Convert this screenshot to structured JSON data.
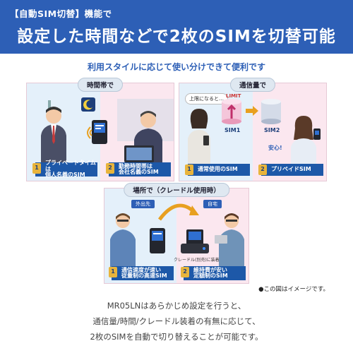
{
  "banner": {
    "subtitle": "【自動SIM切替】機能で",
    "title": "設定した時間などで2枚のSIMを切替可能"
  },
  "subheading": "利用スタイルに応じて使い分けできて便利です",
  "panels": {
    "time": {
      "tab": "時間帯で",
      "bar1": {
        "num": "1",
        "line1": "プライベートタイムは",
        "line2": "個人名義のSIM"
      },
      "bar2": {
        "num": "2",
        "line1": "勤務時間帯は",
        "line2": "会社名義のSIM"
      }
    },
    "comm": {
      "tab": "通信量で",
      "speech": "上限になると…",
      "limit": "LIMIT",
      "sim1": "SIM1",
      "sim2": "SIM2",
      "relief": "安心!",
      "bar1": {
        "num": "1",
        "line1": "通常使用のSIM"
      },
      "bar2": {
        "num": "2",
        "line1": "プリペイドSIM"
      }
    },
    "place": {
      "tab": "場所で（クレードル使用時）",
      "outside": "外出先",
      "home": "自宅",
      "cradle_note": "クレードル(別売)に装着",
      "bar1": {
        "num": "1",
        "line1": "通信速度が速い",
        "line2": "従量制の高速SIM"
      },
      "bar2": {
        "num": "2",
        "line1": "維持費が安い",
        "line2": "定額制のSIM"
      }
    }
  },
  "note": "●この図はイメージです。",
  "footer": {
    "line1": "MR05LNはあらかじめ設定を行うと、",
    "line2": "通信量/時間/クレードル装着の有無に応じて、",
    "line3": "2枚のSIMを自動で切り替えることが可能です。"
  },
  "colors": {
    "brand_blue": "#2d5fb6",
    "bar_blue": "#1d58a8",
    "sim_gold": "#e8b43c",
    "pink_bg": "#fbe7ef",
    "blue_bg": "#e4f0fa"
  }
}
